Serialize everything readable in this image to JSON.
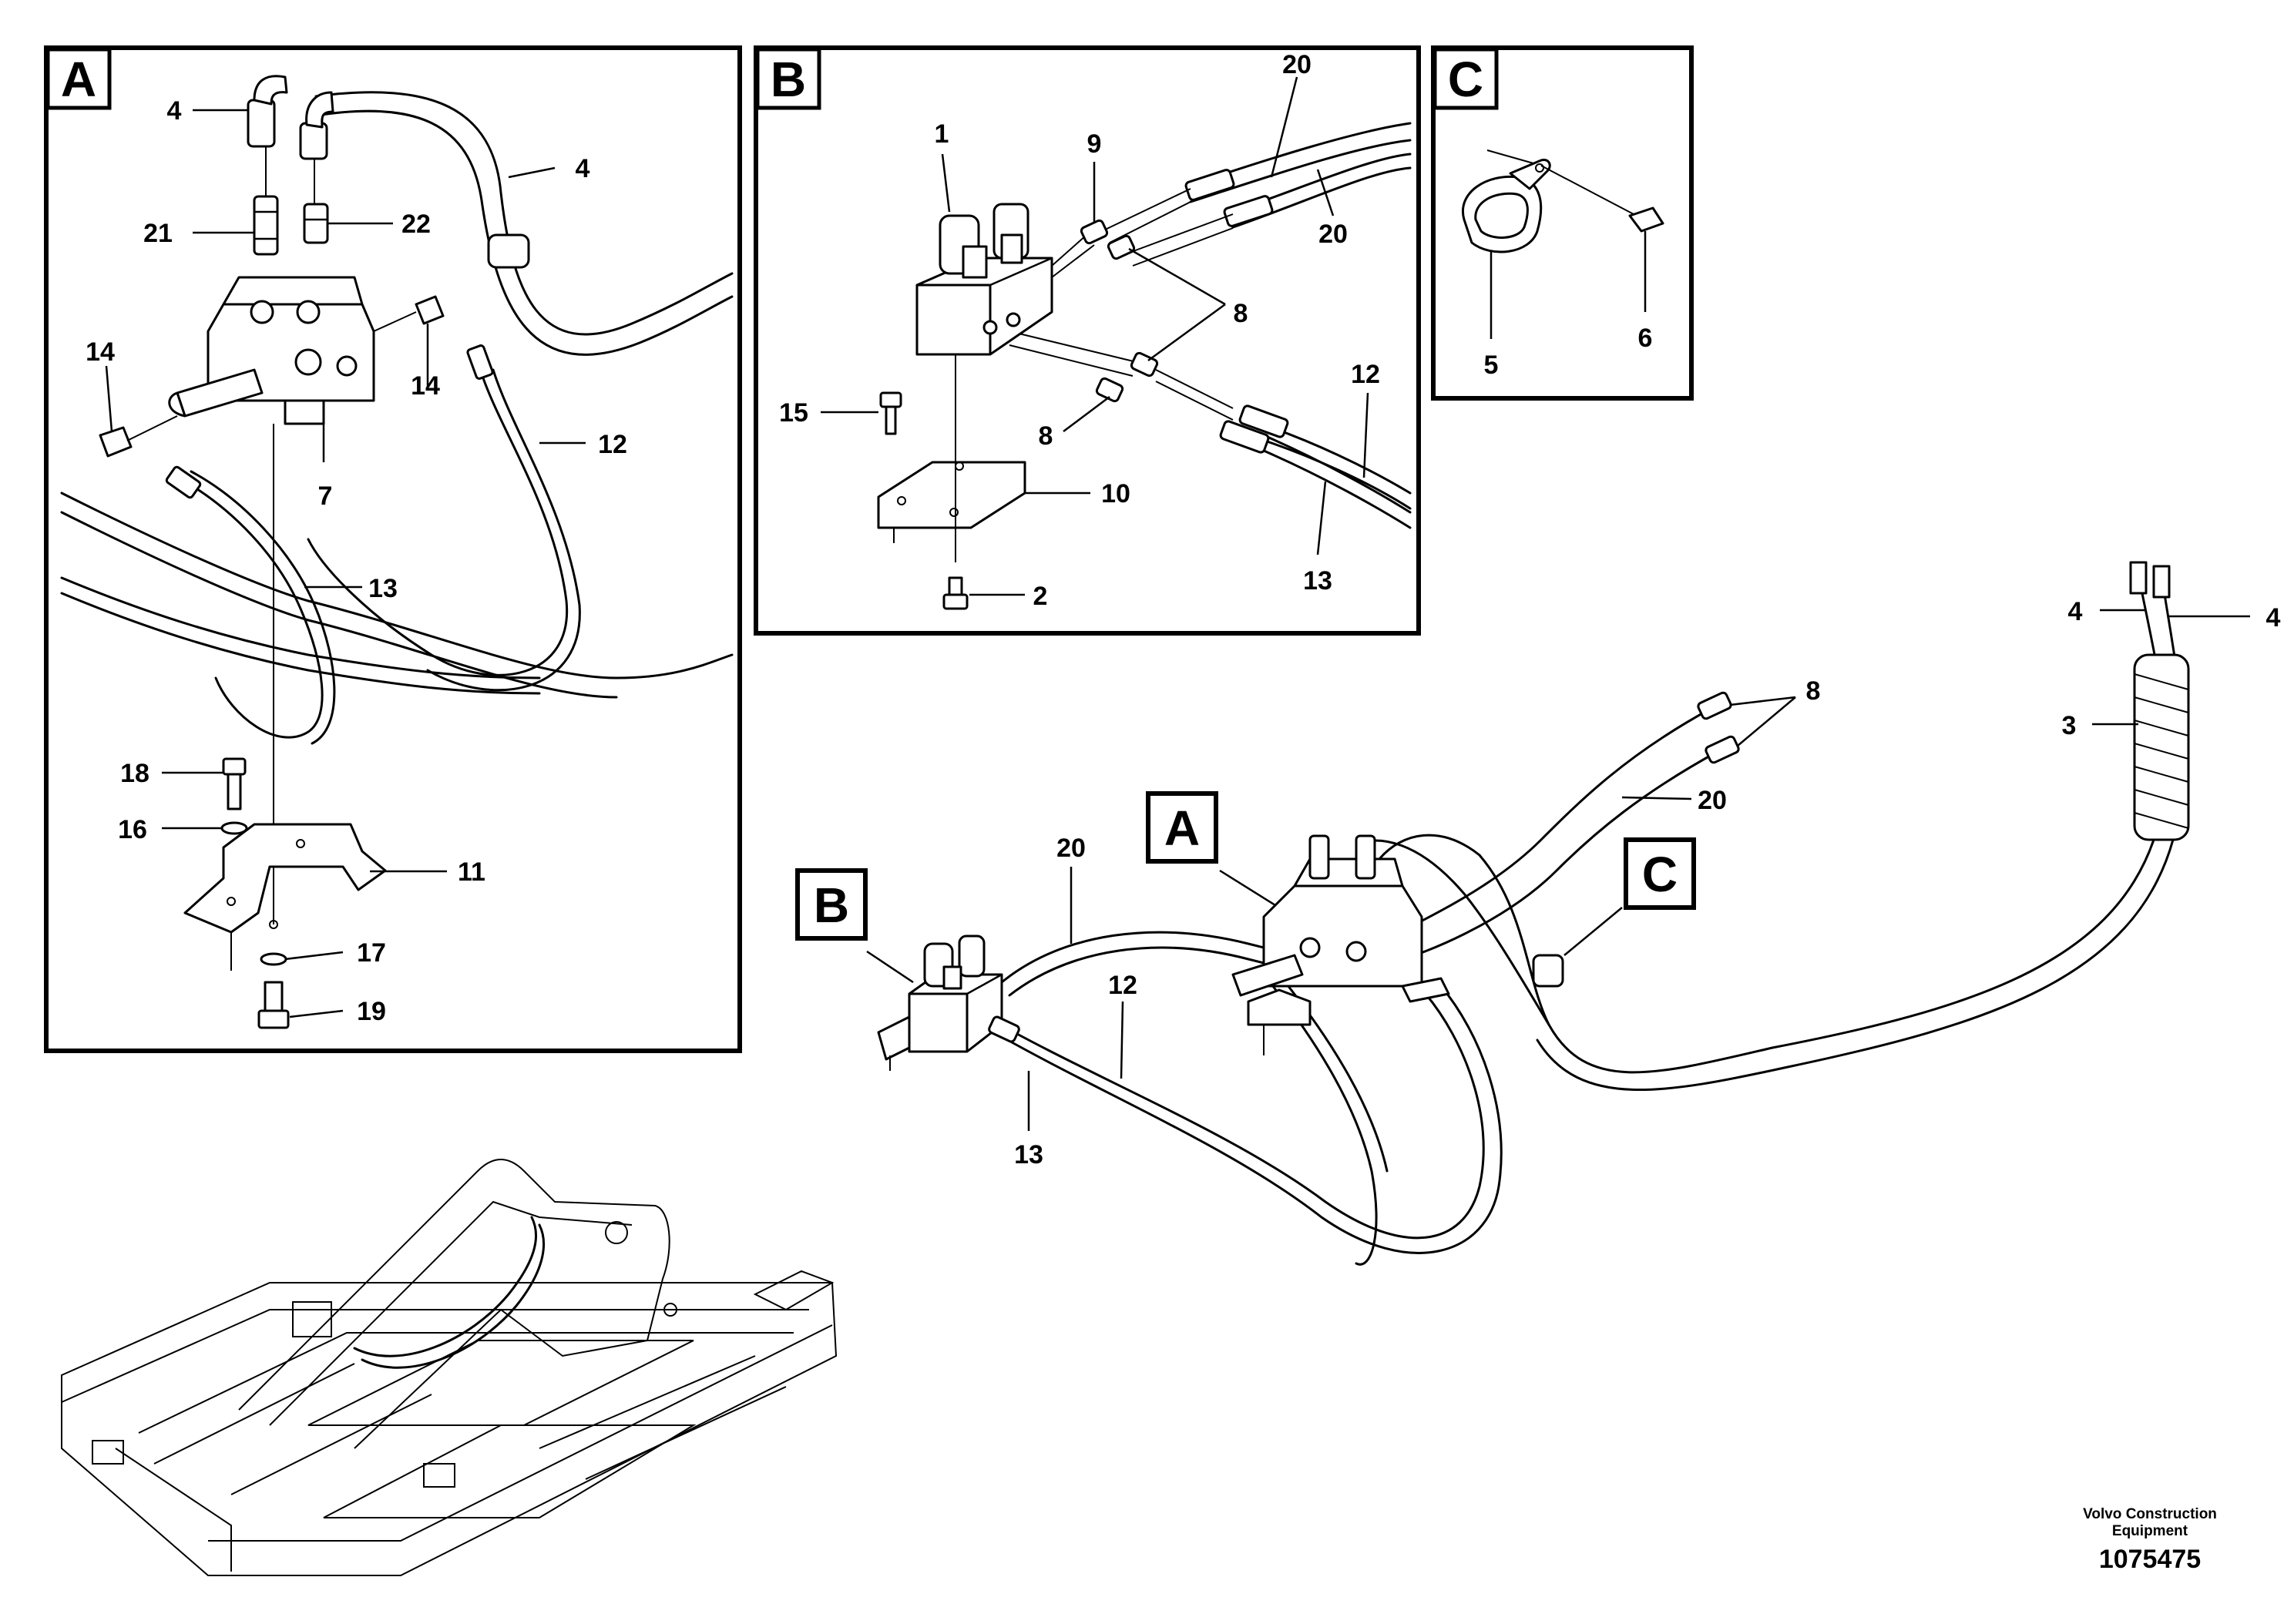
{
  "insets": {
    "a": {
      "tag": "A",
      "labels": [
        "4",
        "4",
        "21",
        "22",
        "14",
        "14",
        "12",
        "7",
        "13",
        "18",
        "16",
        "11",
        "17",
        "19"
      ]
    },
    "b": {
      "tag": "B",
      "labels": [
        "20",
        "20",
        "1",
        "9",
        "8",
        "8",
        "12",
        "15",
        "10",
        "13",
        "2"
      ]
    },
    "c": {
      "tag": "C",
      "labels": [
        "5",
        "6"
      ]
    }
  },
  "main": {
    "tags": [
      "B",
      "A",
      "C"
    ],
    "labels": [
      "4",
      "4",
      "3",
      "8",
      "20",
      "20",
      "12",
      "13"
    ]
  },
  "credit": {
    "line1": "Volvo Construction",
    "line2": "Equipment",
    "number": "1075475"
  }
}
